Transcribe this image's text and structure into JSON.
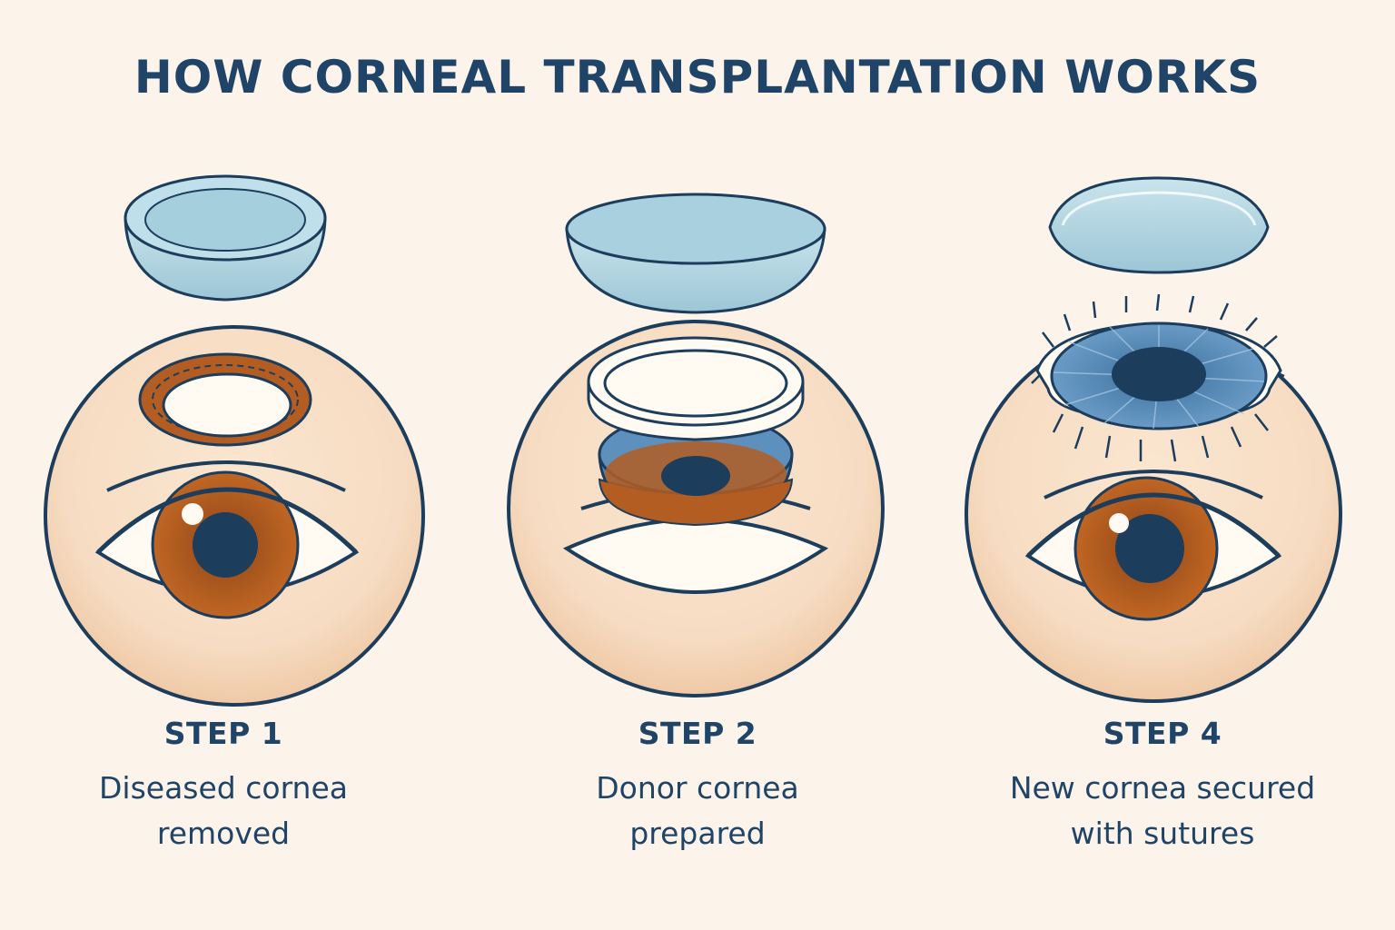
{
  "title": "HOW CORNEAL TRANSPLANTATION WORKS",
  "colors": {
    "background": "#fcf4ea",
    "outline": "#1c3d5c",
    "skin": "#f6dcc2",
    "iris_brown": "#b35d22",
    "iris_blue": "#4f86b5",
    "lens_blue": "#a9d0de"
  },
  "steps": [
    {
      "label": "STEP 1",
      "caption_line1": "Diseased cornea",
      "caption_line2": "removed",
      "icons": [
        "lens-icon",
        "eyeball-icon",
        "removed-cornea-ring-icon",
        "brown-iris-eye-icon"
      ]
    },
    {
      "label": "STEP 2",
      "caption_line1": "Donor cornea",
      "caption_line2": "prepared",
      "icons": [
        "donor-lens-icon",
        "eyeball-icon",
        "trephine-ring-icon",
        "donor-cornea-icon"
      ]
    },
    {
      "label": "STEP 4",
      "caption_line1": "New cornea secured",
      "caption_line2": "with sutures",
      "icons": [
        "lens-icon",
        "eyeball-icon",
        "sutured-blue-cornea-icon",
        "brown-iris-eye-icon"
      ]
    }
  ]
}
